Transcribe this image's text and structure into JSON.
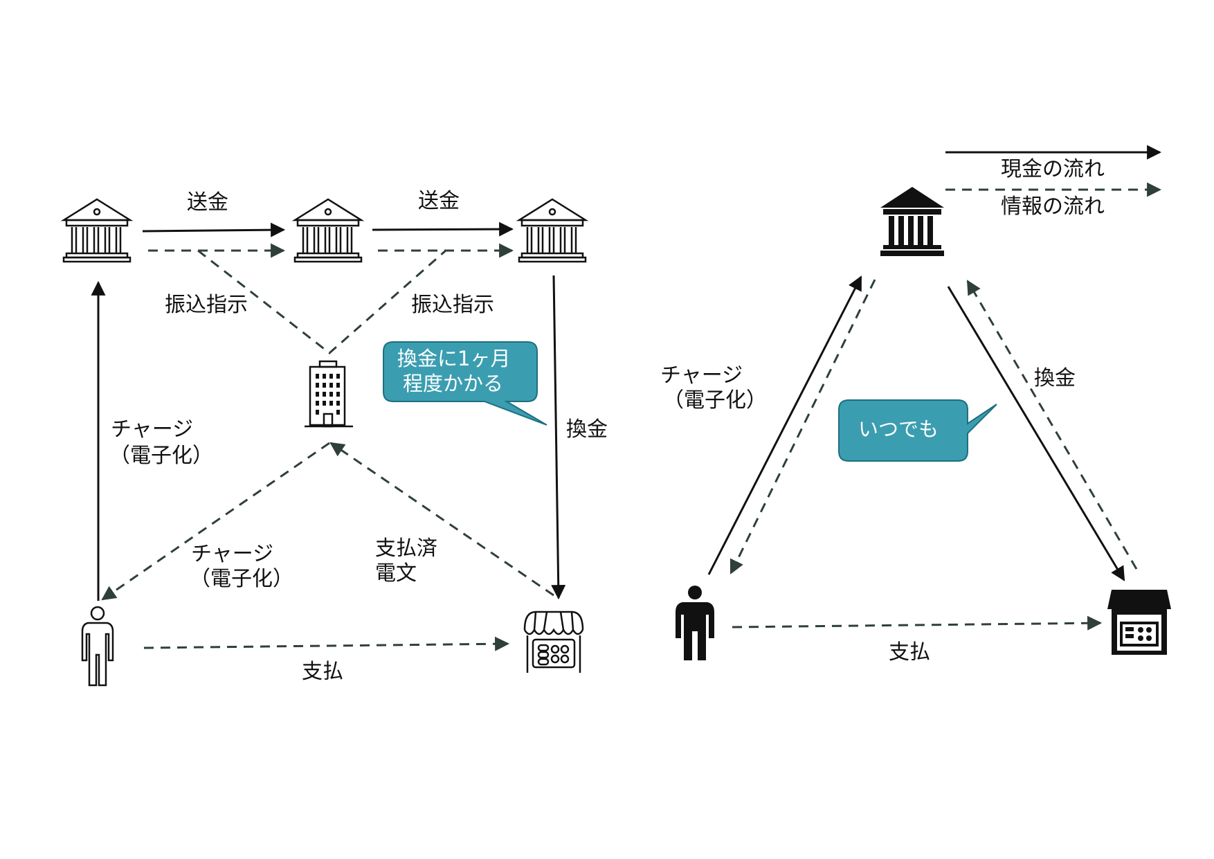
{
  "colors": {
    "solid_line": "#111111",
    "dashed_line": "#2f3f3b",
    "bubble_fill": "#3b9db0",
    "bubble_stroke": "#1e6f80",
    "bubble_text": "#ffffff",
    "icon_outline": "#111111"
  },
  "legend": {
    "cash_flow": "現金の流れ",
    "info_flow": "情報の流れ"
  },
  "left": {
    "remit_1": "送金",
    "remit_2": "送金",
    "transfer_1": "振込指示",
    "transfer_2": "振込指示",
    "charge_line1": "チャージ",
    "charge_line2": "（電子化）",
    "charge2_line1": "チャージ",
    "charge2_line2": "（電子化）",
    "paid_line1": "支払済",
    "paid_line2": "電文",
    "exchange": "換金",
    "payment": "支払",
    "bubble_line1": "換金に1ヶ月",
    "bubble_line2": "程度かかる"
  },
  "right": {
    "charge_line1": "チャージ",
    "charge_line2": "（電子化）",
    "exchange": "換金",
    "payment": "支払",
    "bubble": "いつでも"
  },
  "icons": {
    "bank": "bank-icon",
    "office": "office-building-icon",
    "person": "person-icon",
    "shop": "shop-icon"
  }
}
